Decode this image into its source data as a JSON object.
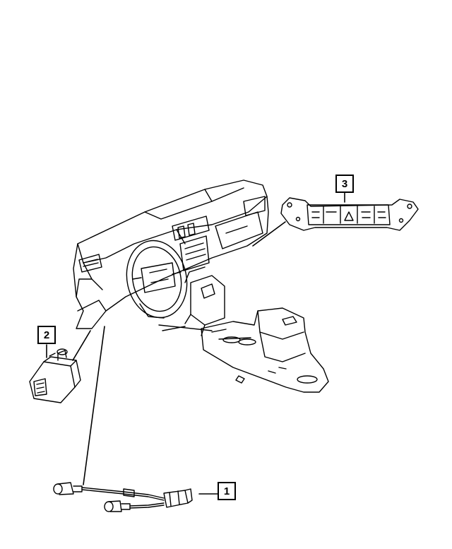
{
  "callouts": {
    "one": "1",
    "two": "2",
    "three": "3"
  },
  "parts": {
    "one": "wiring-harness-with-sensors",
    "two": "headlamp-switch",
    "three": "switch-bank-panel"
  },
  "colors": {
    "line": "#000000",
    "background": "#ffffff"
  }
}
